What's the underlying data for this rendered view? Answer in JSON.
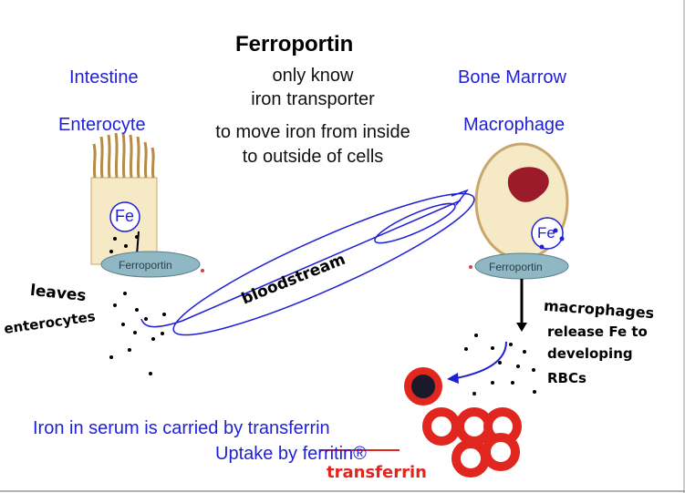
{
  "title": "Ferroportin",
  "subtitle_lines": [
    "only know",
    "iron transporter",
    "to move iron from inside",
    "to outside of cells"
  ],
  "left": {
    "heading": "Intestine",
    "cell": "Enterocyte",
    "fe_label": "Fe",
    "transporter_label": "Ferroportin"
  },
  "right": {
    "heading": "Bone Marrow",
    "cell": "Macrophage",
    "fe_label": "Fe",
    "transporter_label": "Ferroportin"
  },
  "annotations": {
    "leaves_1": "leaves",
    "leaves_2": "enterocytes",
    "bloodstream": "bloodstream",
    "macro_1": "macrophages",
    "macro_2": "release Fe to",
    "macro_3": "developing",
    "macro_4": "RBCs",
    "transferrin_hand": "transferrin"
  },
  "caption": {
    "line1": "Iron in serum is carried by transferrin",
    "line2_prefix": "Uptake by ",
    "line2_struck": "ferritin®"
  },
  "colors": {
    "blue": "#1f1fd6",
    "red": "#e0261e",
    "ferroportin_fill": "#8fb7c4",
    "cell_fill": "#f6e9c6",
    "nucleus": "#9c1a2a"
  }
}
